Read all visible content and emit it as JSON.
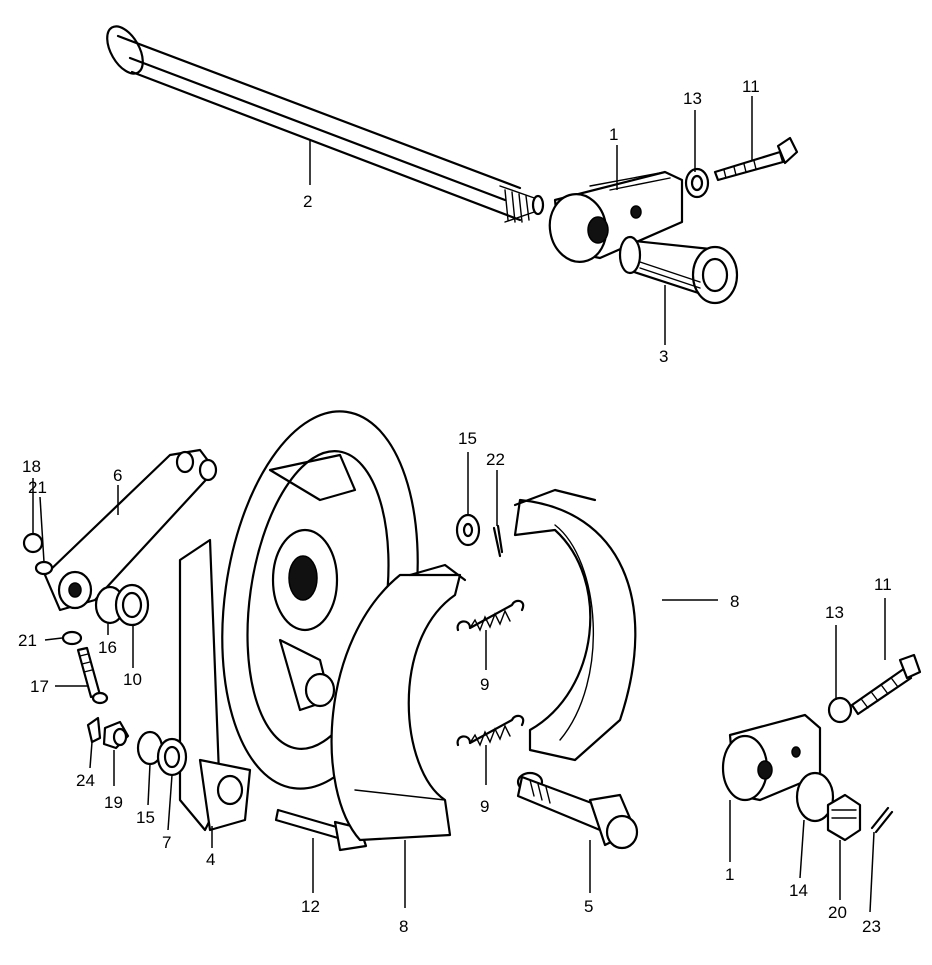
{
  "callouts": [
    {
      "id": "c1a",
      "text": "1"
    },
    {
      "id": "c2",
      "text": "2"
    },
    {
      "id": "c3",
      "text": "3"
    },
    {
      "id": "c13a",
      "text": "13"
    },
    {
      "id": "c11a",
      "text": "11"
    },
    {
      "id": "c18",
      "text": "18"
    },
    {
      "id": "c21a",
      "text": "21"
    },
    {
      "id": "c6",
      "text": "6"
    },
    {
      "id": "c21b",
      "text": "21"
    },
    {
      "id": "c16",
      "text": "16"
    },
    {
      "id": "c10",
      "text": "10"
    },
    {
      "id": "c17",
      "text": "17"
    },
    {
      "id": "c24",
      "text": "24"
    },
    {
      "id": "c19",
      "text": "19"
    },
    {
      "id": "c15a",
      "text": "15"
    },
    {
      "id": "c7",
      "text": "7"
    },
    {
      "id": "c4",
      "text": "4"
    },
    {
      "id": "c12",
      "text": "12"
    },
    {
      "id": "c8a",
      "text": "8"
    },
    {
      "id": "c15b",
      "text": "15"
    },
    {
      "id": "c22",
      "text": "22"
    },
    {
      "id": "c9a",
      "text": "9"
    },
    {
      "id": "c9b",
      "text": "9"
    },
    {
      "id": "c8b",
      "text": "8"
    },
    {
      "id": "c5",
      "text": "5"
    },
    {
      "id": "c13b",
      "text": "13"
    },
    {
      "id": "c11b",
      "text": "11"
    },
    {
      "id": "c1b",
      "text": "1"
    },
    {
      "id": "c14",
      "text": "14"
    },
    {
      "id": "c20",
      "text": "20"
    },
    {
      "id": "c23",
      "text": "23"
    }
  ]
}
